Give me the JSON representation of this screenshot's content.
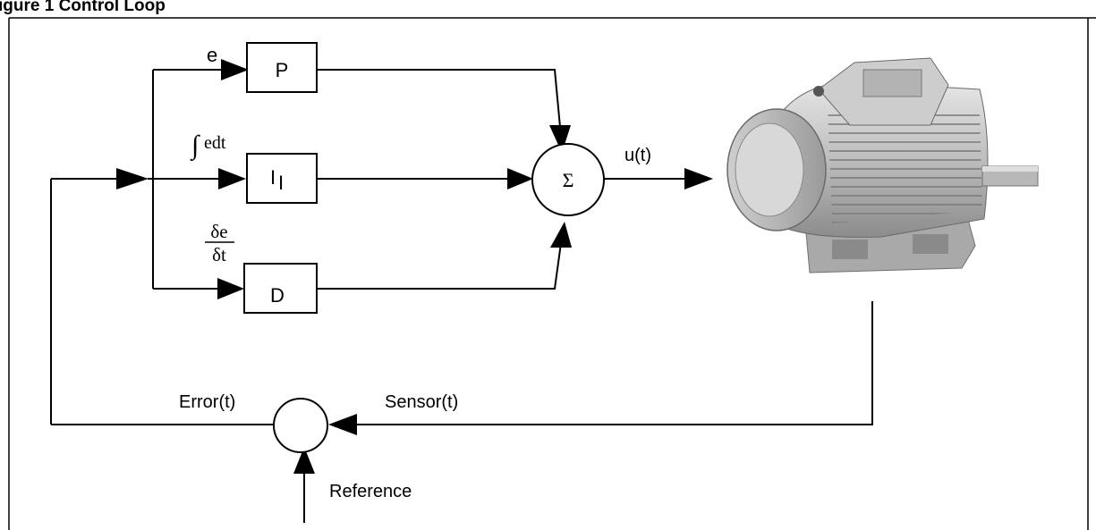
{
  "figure": {
    "heading": "igure 1 Control Loop"
  },
  "blocks": {
    "p": "P",
    "i": "I",
    "i_sub": "I",
    "d": "D",
    "sum_symbol": "Σ"
  },
  "signals": {
    "e": "e",
    "integral_sign": "∫",
    "integral_text": "edt",
    "deriv_num": "δe",
    "deriv_den": "δt",
    "output": "u(t)",
    "error": "Error(t)",
    "sensor": "Sensor(t)",
    "reference": "Reference"
  },
  "motor": {
    "icon": "electric-motor-icon"
  }
}
